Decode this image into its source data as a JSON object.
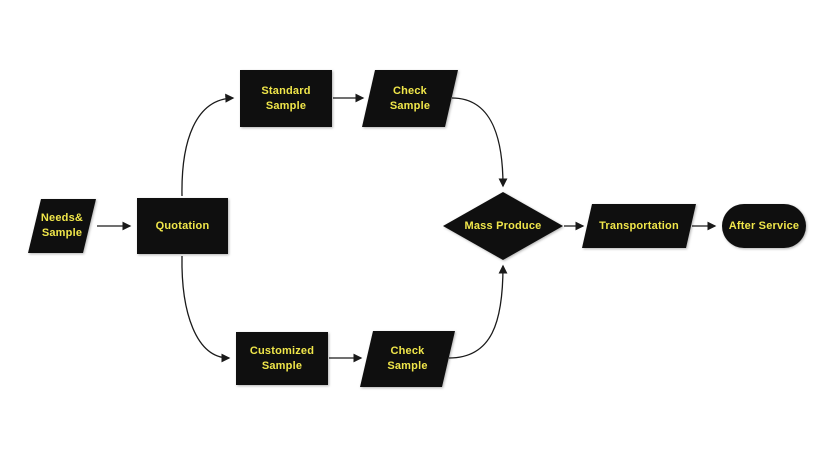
{
  "diagram": {
    "type": "flowchart",
    "colors": {
      "shape_fill": "#0f0f0f",
      "label_text": "#f0e64a",
      "connector": "#1a1a1a",
      "background": "#ffffff"
    },
    "nodes": [
      {
        "id": "needs-sample",
        "shape": "parallelogram",
        "label": "Needs&\nSample"
      },
      {
        "id": "quotation",
        "shape": "rectangle",
        "label": "Quotation"
      },
      {
        "id": "standard-sample",
        "shape": "rectangle",
        "label": "Standard\nSample"
      },
      {
        "id": "check-sample-standard",
        "shape": "parallelogram",
        "label": "Check\nSample"
      },
      {
        "id": "customized-sample",
        "shape": "rectangle",
        "label": "Customized\nSample"
      },
      {
        "id": "check-sample-customized",
        "shape": "parallelogram",
        "label": "Check\nSample"
      },
      {
        "id": "mass-produce",
        "shape": "diamond",
        "label": "Mass Produce"
      },
      {
        "id": "transportation",
        "shape": "parallelogram",
        "label": "Transportation"
      },
      {
        "id": "after-service",
        "shape": "terminator",
        "label": "After Service"
      }
    ],
    "edges": [
      {
        "from": "needs-sample",
        "to": "quotation"
      },
      {
        "from": "quotation",
        "to": "standard-sample"
      },
      {
        "from": "quotation",
        "to": "customized-sample"
      },
      {
        "from": "standard-sample",
        "to": "check-sample-standard"
      },
      {
        "from": "customized-sample",
        "to": "check-sample-customized"
      },
      {
        "from": "check-sample-standard",
        "to": "mass-produce"
      },
      {
        "from": "check-sample-customized",
        "to": "mass-produce"
      },
      {
        "from": "mass-produce",
        "to": "transportation"
      },
      {
        "from": "transportation",
        "to": "after-service"
      }
    ]
  }
}
